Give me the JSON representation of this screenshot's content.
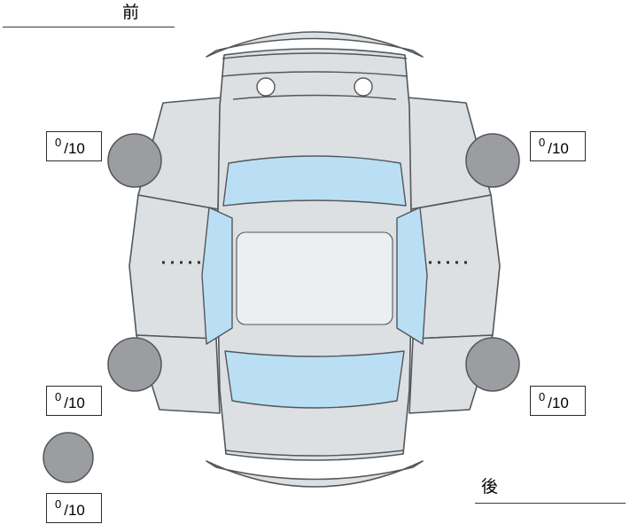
{
  "diagram": {
    "front_label": "前",
    "rear_label": "後"
  },
  "tires": {
    "front_left": {
      "value": "0",
      "denominator": "/10"
    },
    "front_right": {
      "value": "0",
      "denominator": "/10"
    },
    "rear_left": {
      "value": "0",
      "denominator": "/10"
    },
    "rear_right": {
      "value": "0",
      "denominator": "/10"
    },
    "spare": {
      "value": "0",
      "denominator": "/10"
    }
  },
  "colors": {
    "body": "#dce0e3",
    "glass": "#badff5",
    "tire": "#9b9da0",
    "outline": "#53575a"
  }
}
